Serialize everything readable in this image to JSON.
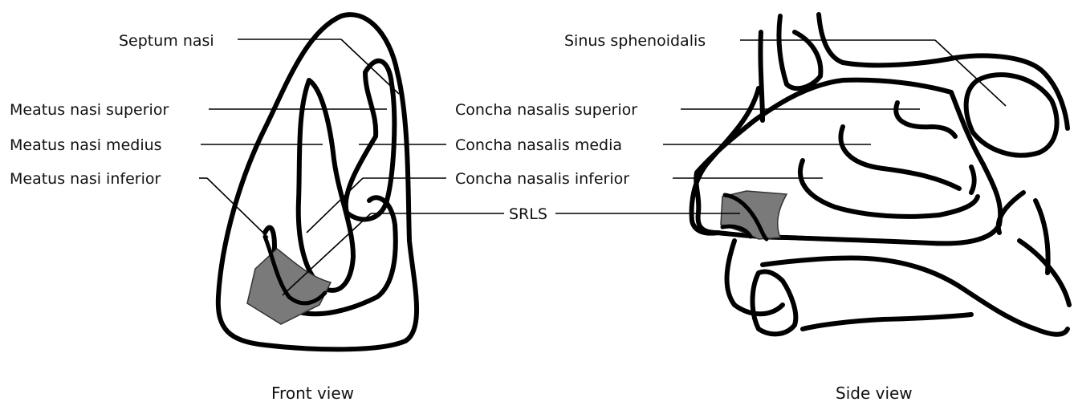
{
  "front_view": {
    "caption": "Front view",
    "labels": {
      "septum": "Septum nasi",
      "meatus_superior": "Meatus nasi superior",
      "meatus_medius": "Meatus nasi medius",
      "meatus_inferior": "Meatus nasi inferior"
    }
  },
  "side_view": {
    "caption": "Side view",
    "labels": {
      "sinus": "Sinus sphenoidalis",
      "concha_superior": "Concha nasalis superior",
      "concha_media": "Concha nasalis media",
      "concha_inferior": "Concha nasalis inferior",
      "srls": "SRLS"
    }
  },
  "colors": {
    "outline": "#000000",
    "shaded_region": "#7a7a7a",
    "background": "#ffffff"
  }
}
